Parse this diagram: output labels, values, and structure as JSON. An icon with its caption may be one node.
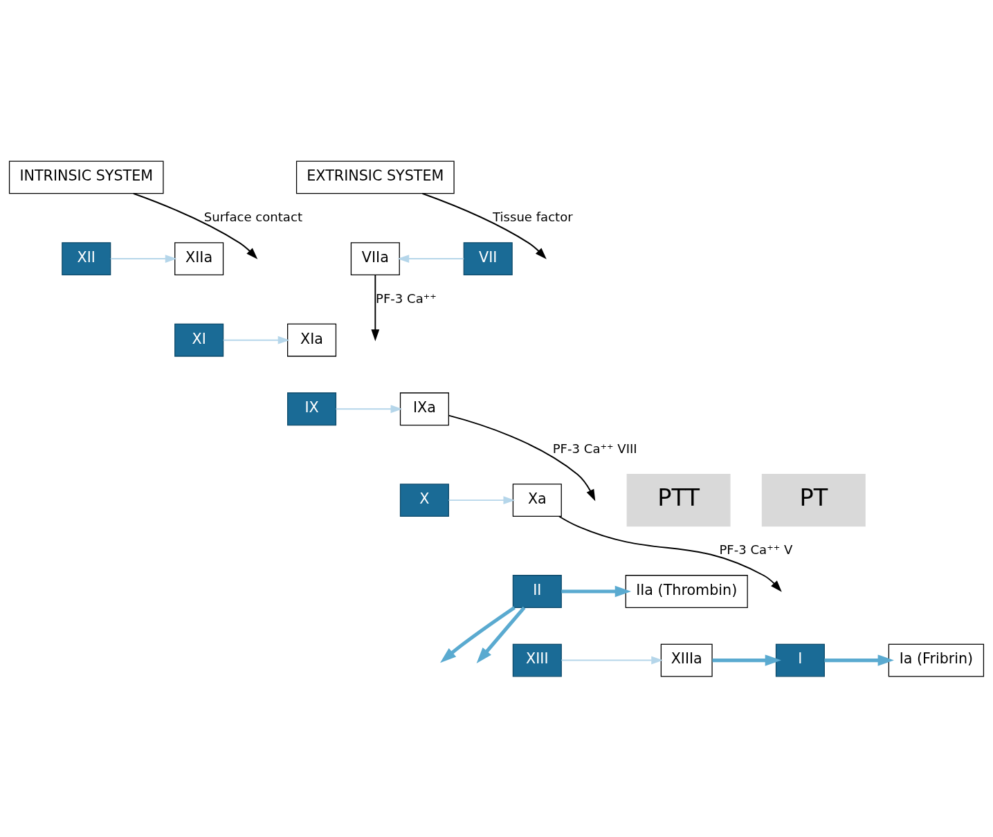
{
  "diagram": {
    "nodes": [
      {
        "text": [
          "INTRINSIC SYSTEM"
        ]
      },
      {
        "text": [
          "EXTRINSIC SYSTEM"
        ]
      },
      {
        "text": [
          "XII"
        ]
      },
      {
        "text": [
          "XIIa"
        ]
      },
      {
        "text": [
          "VII"
        ]
      },
      {
        "text": [
          "VIIa"
        ]
      },
      {
        "text": [
          "XI"
        ]
      },
      {
        "text": [
          "XIa"
        ]
      },
      {
        "text": [
          "IX"
        ]
      },
      {
        "text": [
          "IXa"
        ]
      },
      {
        "text": [
          "X"
        ]
      },
      {
        "text": [
          "Xa"
        ]
      },
      {
        "text": [
          "II"
        ]
      },
      {
        "text": [
          "IIa (Thrombin)"
        ]
      },
      {
        "text": [
          "XIII"
        ]
      },
      {
        "text": [
          "XIIIa"
        ]
      },
      {
        "text": [
          "I"
        ]
      },
      {
        "text": [
          "Ia (Fribrin)"
        ]
      },
      {
        "text": [
          "PTT"
        ]
      },
      {
        "text": [
          "PT"
        ]
      }
    ],
    "edges": [
      {
        "from": 0,
        "to": null,
        "arrow": "to",
        "label": "Surface contact",
        "color": "#000000"
      },
      {
        "from": 1,
        "to": null,
        "arrow": "to",
        "label": "Tissue factor",
        "color": "#000000"
      },
      {
        "from": 2,
        "to": 3,
        "arrow": "to",
        "color": "#b5d6ea"
      },
      {
        "from": 4,
        "to": 5,
        "arrow": "to",
        "color": "#b5d6ea"
      },
      {
        "from": 6,
        "to": 7,
        "arrow": "to",
        "color": "#b5d6ea"
      },
      {
        "from": 8,
        "to": 9,
        "arrow": "to",
        "color": "#b5d6ea"
      },
      {
        "from": 5,
        "to": null,
        "arrow": "to",
        "label": "PF-3 Ca⁺⁺",
        "color": "#000000"
      },
      {
        "from": 9,
        "to": null,
        "arrow": "to",
        "label": "PF-3 Ca⁺⁺ VIII",
        "color": "#000000"
      },
      {
        "from": 10,
        "to": 11,
        "arrow": "to",
        "color": "#b5d6ea"
      },
      {
        "from": 11,
        "to": null,
        "arrow": "to",
        "label": "PF-3 Ca⁺⁺ V",
        "color": "#000000"
      },
      {
        "from": 12,
        "to": 13,
        "arrow": "to",
        "style": "thick",
        "color": "#5aaad0"
      },
      {
        "from": 12,
        "to": null,
        "arrow": "to",
        "style": "thick",
        "color": "#5aaad0"
      },
      {
        "from": 12,
        "to": null,
        "arrow": "to",
        "style": "thick",
        "color": "#5aaad0"
      },
      {
        "from": 14,
        "to": 15,
        "arrow": "to",
        "color": "#b5d6ea"
      },
      {
        "from": 16,
        "to": 17,
        "arrow": "to",
        "style": "thick",
        "color": "#5aaad0"
      },
      {
        "from": 15,
        "to": 16,
        "arrow": "to",
        "style": "thick",
        "color": "#5aaad0"
      }
    ]
  }
}
